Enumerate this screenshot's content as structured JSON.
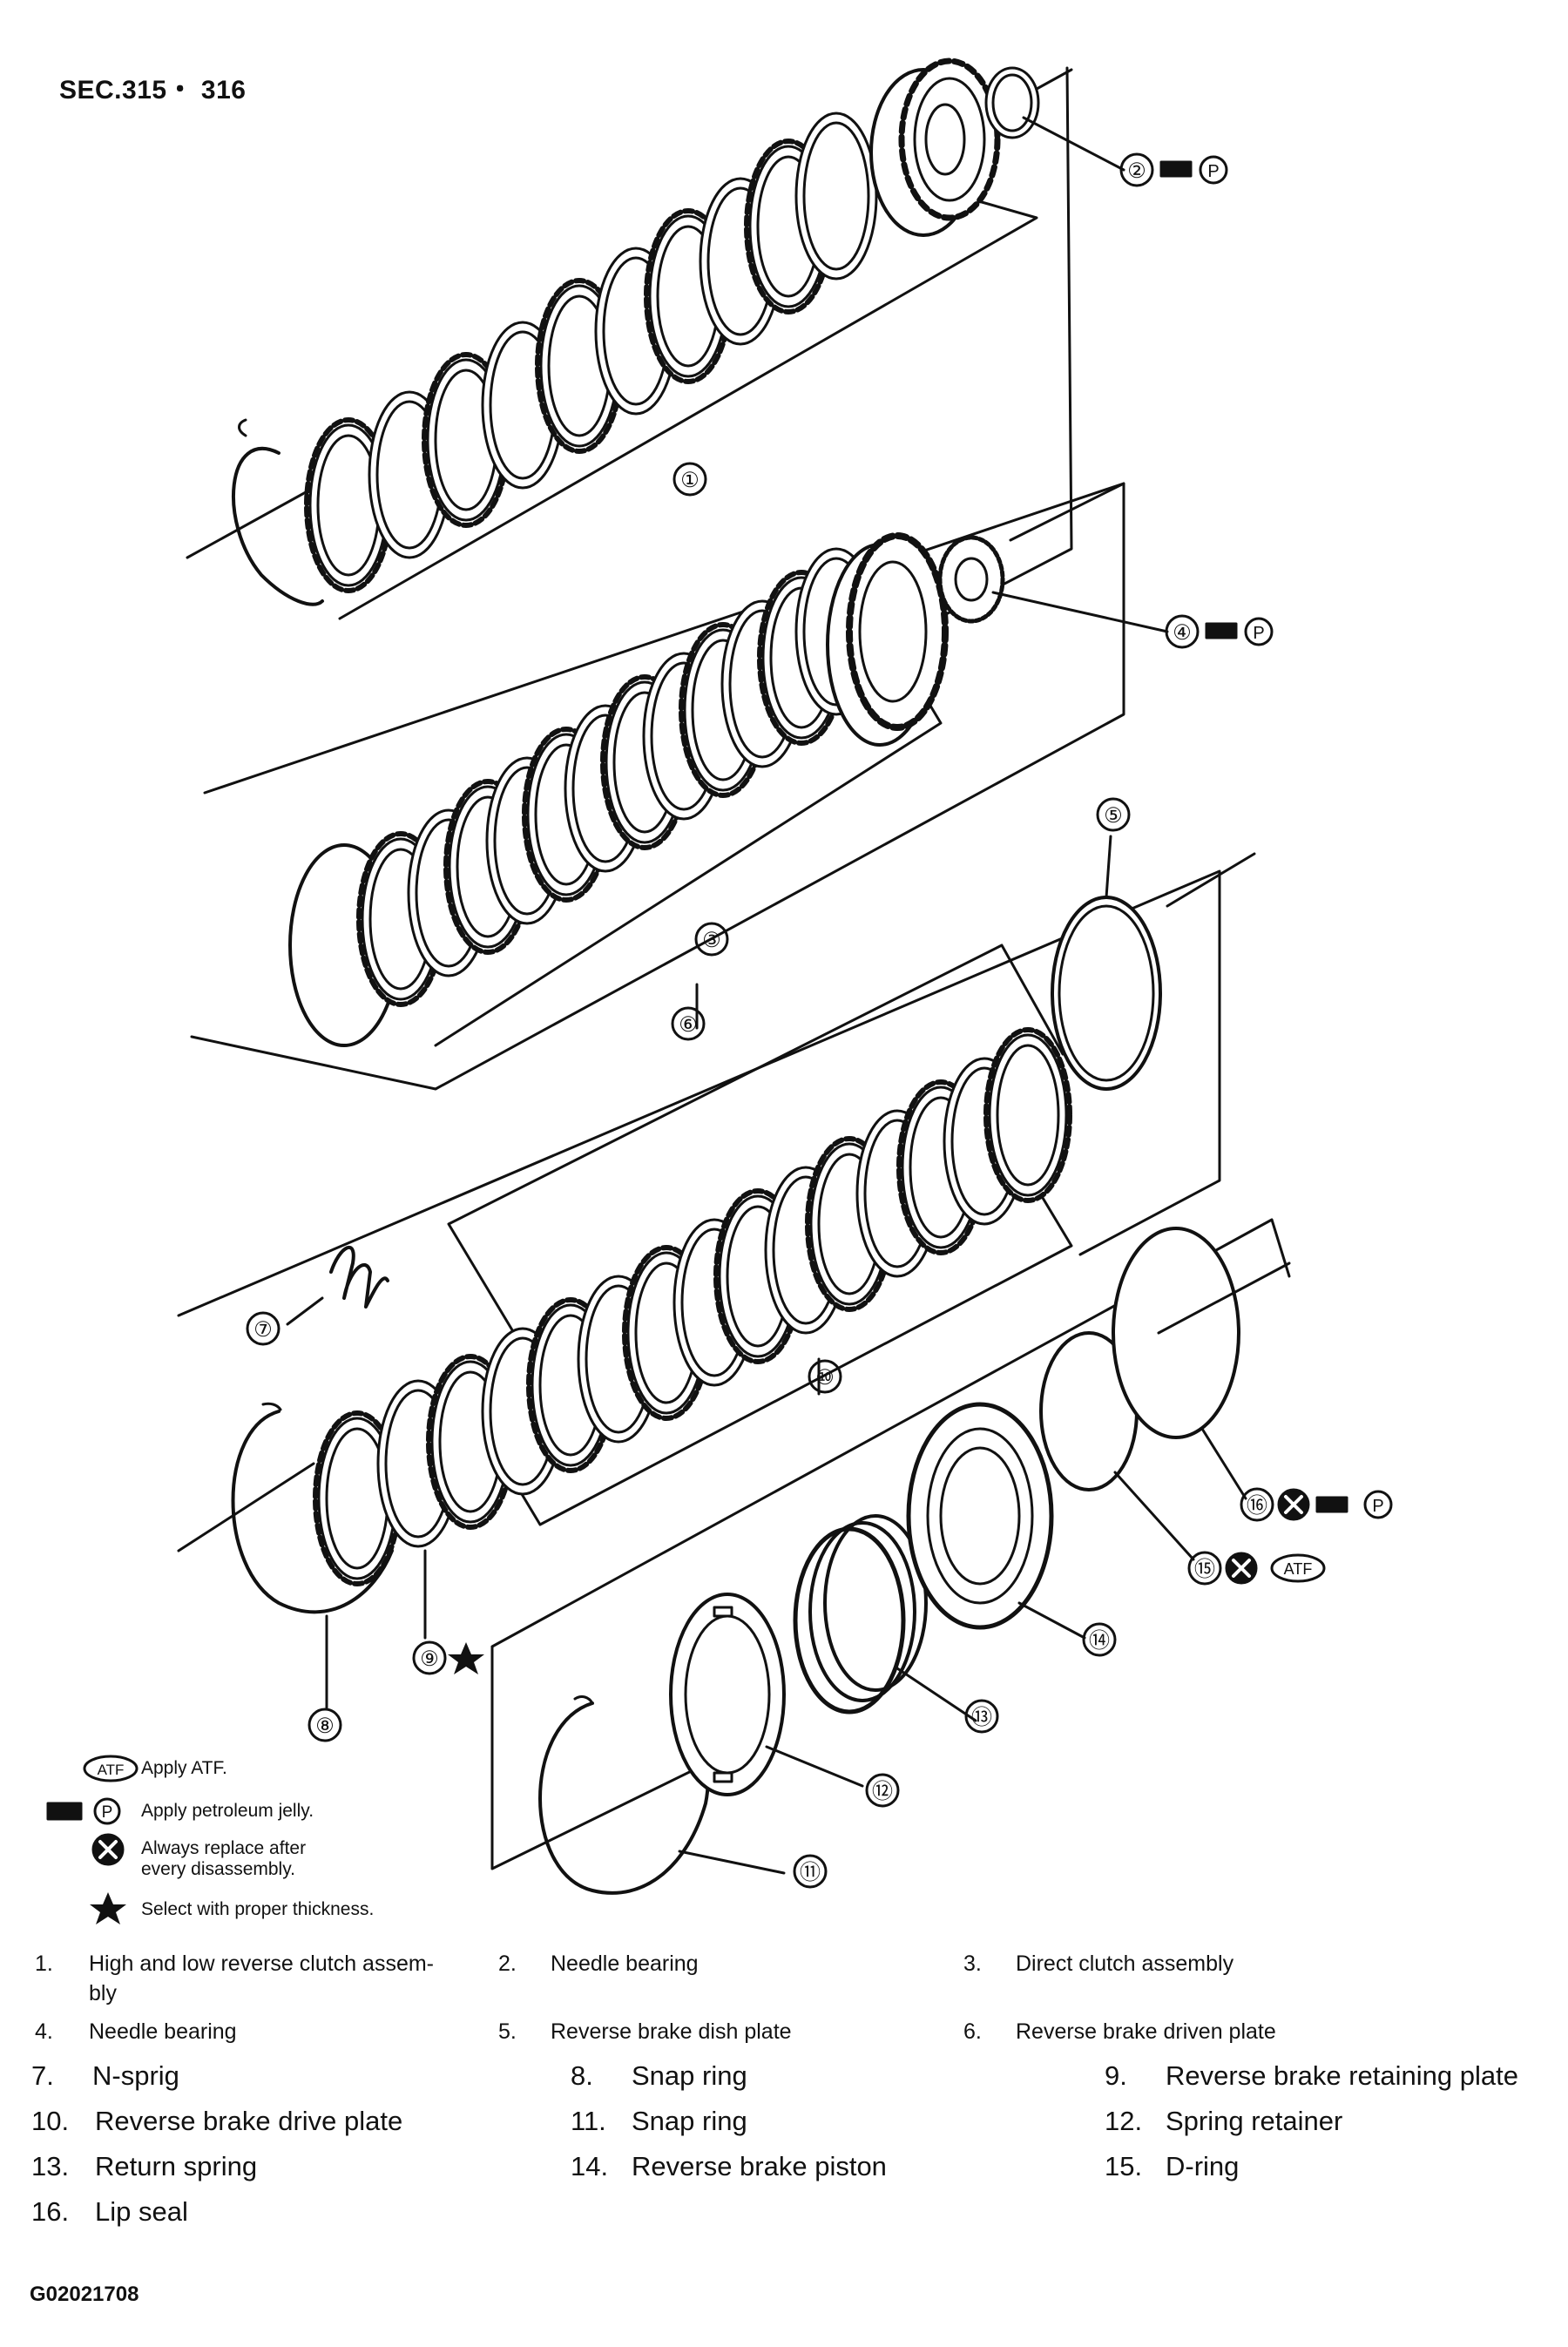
{
  "header": {
    "section": "SEC.315・ 316"
  },
  "callouts": {
    "c1": "①",
    "c2": "②",
    "c3": "③",
    "c4": "④",
    "c5": "⑤",
    "c6": "⑥",
    "c7": "⑦",
    "c8": "⑧",
    "c9": "⑨",
    "c10": "⑩",
    "c11": "⑪",
    "c12": "⑫",
    "c13": "⑬",
    "c14": "⑭",
    "c15": "⑮",
    "c16": "⑯",
    "atf_badge": "ATF",
    "p_badge": "P"
  },
  "legend": {
    "atf": "Apply ATF.",
    "jelly": "Apply petroleum jelly.",
    "replace_1": "Always replace after",
    "replace_2": "every disassembly.",
    "select": "Select with proper thickness."
  },
  "parts": [
    {
      "num": "1.",
      "label": "High and low reverse clutch assem-",
      "label2": "bly"
    },
    {
      "num": "2.",
      "label": "Needle bearing"
    },
    {
      "num": "3.",
      "label": "Direct clutch assembly"
    },
    {
      "num": "4.",
      "label": "Needle bearing"
    },
    {
      "num": "5.",
      "label": "Reverse brake dish plate"
    },
    {
      "num": "6.",
      "label": "Reverse brake driven plate"
    },
    {
      "num": "7.",
      "label": "N-sprig"
    },
    {
      "num": "8.",
      "label": "Snap ring"
    },
    {
      "num": "9.",
      "label": "Reverse brake retaining plate"
    },
    {
      "num": "10.",
      "label": "Reverse brake drive plate"
    },
    {
      "num": "11.",
      "label": "Snap ring"
    },
    {
      "num": "12.",
      "label": "Spring retainer"
    },
    {
      "num": "13.",
      "label": "Return spring"
    },
    {
      "num": "14.",
      "label": "Reverse brake piston"
    },
    {
      "num": "15.",
      "label": "D-ring"
    },
    {
      "num": "16.",
      "label": "Lip seal"
    }
  ],
  "figure_id": "G02021708"
}
